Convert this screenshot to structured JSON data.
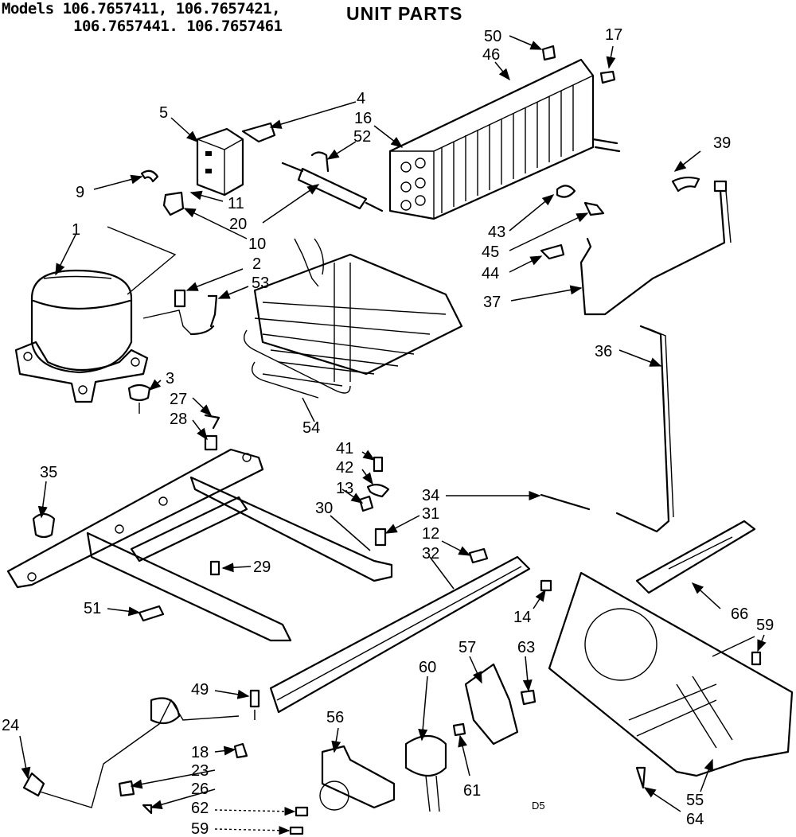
{
  "header": {
    "models_line1": "Models 106.7657411, 106.7657421,",
    "models_line2": "106.7657441. 106.7657461",
    "title": "UNIT PARTS"
  },
  "footer_code": "D5",
  "callouts": {
    "c1": "1",
    "c2": "2",
    "c3": "3",
    "c4": "4",
    "c5": "5",
    "c9": "9",
    "c10": "10",
    "c11": "11",
    "c12": "12",
    "c13": "13",
    "c14": "14",
    "c16": "16",
    "c17": "17",
    "c18": "18",
    "c20": "20",
    "c23": "23",
    "c24": "24",
    "c26": "26",
    "c27": "27",
    "c28": "28",
    "c29": "29",
    "c30": "30",
    "c31": "31",
    "c32": "32",
    "c34": "34",
    "c35": "35",
    "c36": "36",
    "c37": "37",
    "c39": "39",
    "c41": "41",
    "c42": "42",
    "c43": "43",
    "c44": "44",
    "c45": "45",
    "c46": "46",
    "c49": "49",
    "c50": "50",
    "c51": "51",
    "c52": "52",
    "c53": "53",
    "c54": "54",
    "c55": "55",
    "c56": "56",
    "c57": "57",
    "c59a": "59",
    "c59b": "59",
    "c60": "60",
    "c61": "61",
    "c62": "62",
    "c63": "63",
    "c64": "64",
    "c66": "66"
  },
  "colors": {
    "ink": "#000000",
    "paper": "#ffffff"
  }
}
